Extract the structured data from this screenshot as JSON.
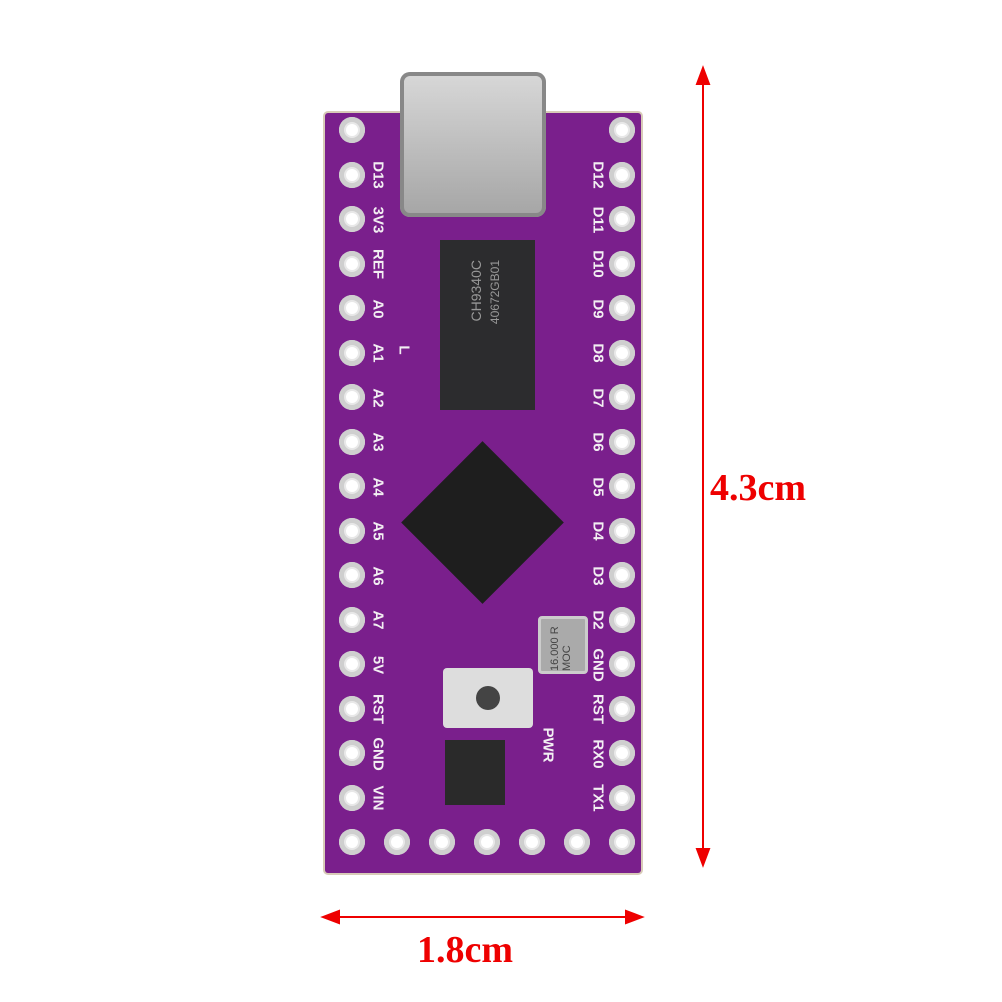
{
  "board": {
    "left_pins": [
      "D13",
      "3V3",
      "REF",
      "A0",
      "A1",
      "A2",
      "A3",
      "A4",
      "A5",
      "A6",
      "A7",
      "5V",
      "RST",
      "GND",
      "VIN"
    ],
    "right_pins": [
      "D12",
      "D11",
      "D10",
      "D9",
      "D8",
      "D7",
      "D6",
      "D5",
      "D4",
      "D3",
      "D2",
      "GND",
      "RST",
      "RX0",
      "TX1"
    ],
    "usb_chip_marking": "CH9340C",
    "usb_chip_code": "40672GB01",
    "crystal_marking": "16.000 R MOC",
    "pwr_label": "PWR",
    "led_label": "L"
  },
  "dimensions": {
    "height": "4.3cm",
    "width": "1.8cm"
  },
  "colors": {
    "board": "#7a1f8c",
    "arrow": "#e00000"
  }
}
